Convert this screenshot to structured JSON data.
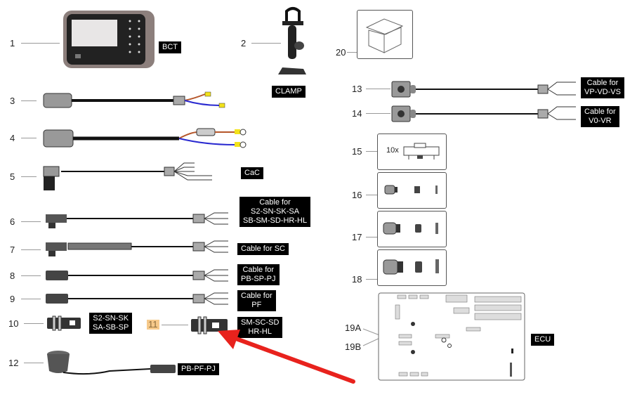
{
  "parts": [
    {
      "id": "1",
      "label": "BCT"
    },
    {
      "id": "2",
      "label": "CLAMP"
    },
    {
      "id": "3",
      "label": ""
    },
    {
      "id": "4",
      "label": ""
    },
    {
      "id": "5",
      "label": "CaC"
    },
    {
      "id": "6",
      "label": "Cable for\nS2-SN-SK-SA\nSB-SM-SD-HR-HL"
    },
    {
      "id": "7",
      "label": "Cable for SC"
    },
    {
      "id": "8",
      "label": "Cable for\nPB-SP-PJ"
    },
    {
      "id": "9",
      "label": "Cable for\nPF"
    },
    {
      "id": "10",
      "label": "S2-SN-SK\nSA-SB-SP"
    },
    {
      "id": "11",
      "label": "SM-SC-SD\nHR-HL",
      "highlighted": true
    },
    {
      "id": "12",
      "label": "PB-PF-PJ"
    },
    {
      "id": "13",
      "label": "Cable for\nVP-VD-VS"
    },
    {
      "id": "14",
      "label": "Cable for\nV0-VR"
    },
    {
      "id": "15",
      "label": "",
      "quantity": "10x"
    },
    {
      "id": "16",
      "label": ""
    },
    {
      "id": "17",
      "label": ""
    },
    {
      "id": "18",
      "label": ""
    },
    {
      "id": "19A",
      "label": ""
    },
    {
      "id": "19B",
      "label": ""
    },
    {
      "id": "20",
      "label": ""
    }
  ],
  "ecu_label": "ECU",
  "colors": {
    "highlight": "#f6c98a",
    "arrow": "#e8221d",
    "wire_brown": "#b5562a",
    "wire_blue": "#2a2ad0",
    "terminal_yellow": "#f2e21a"
  }
}
